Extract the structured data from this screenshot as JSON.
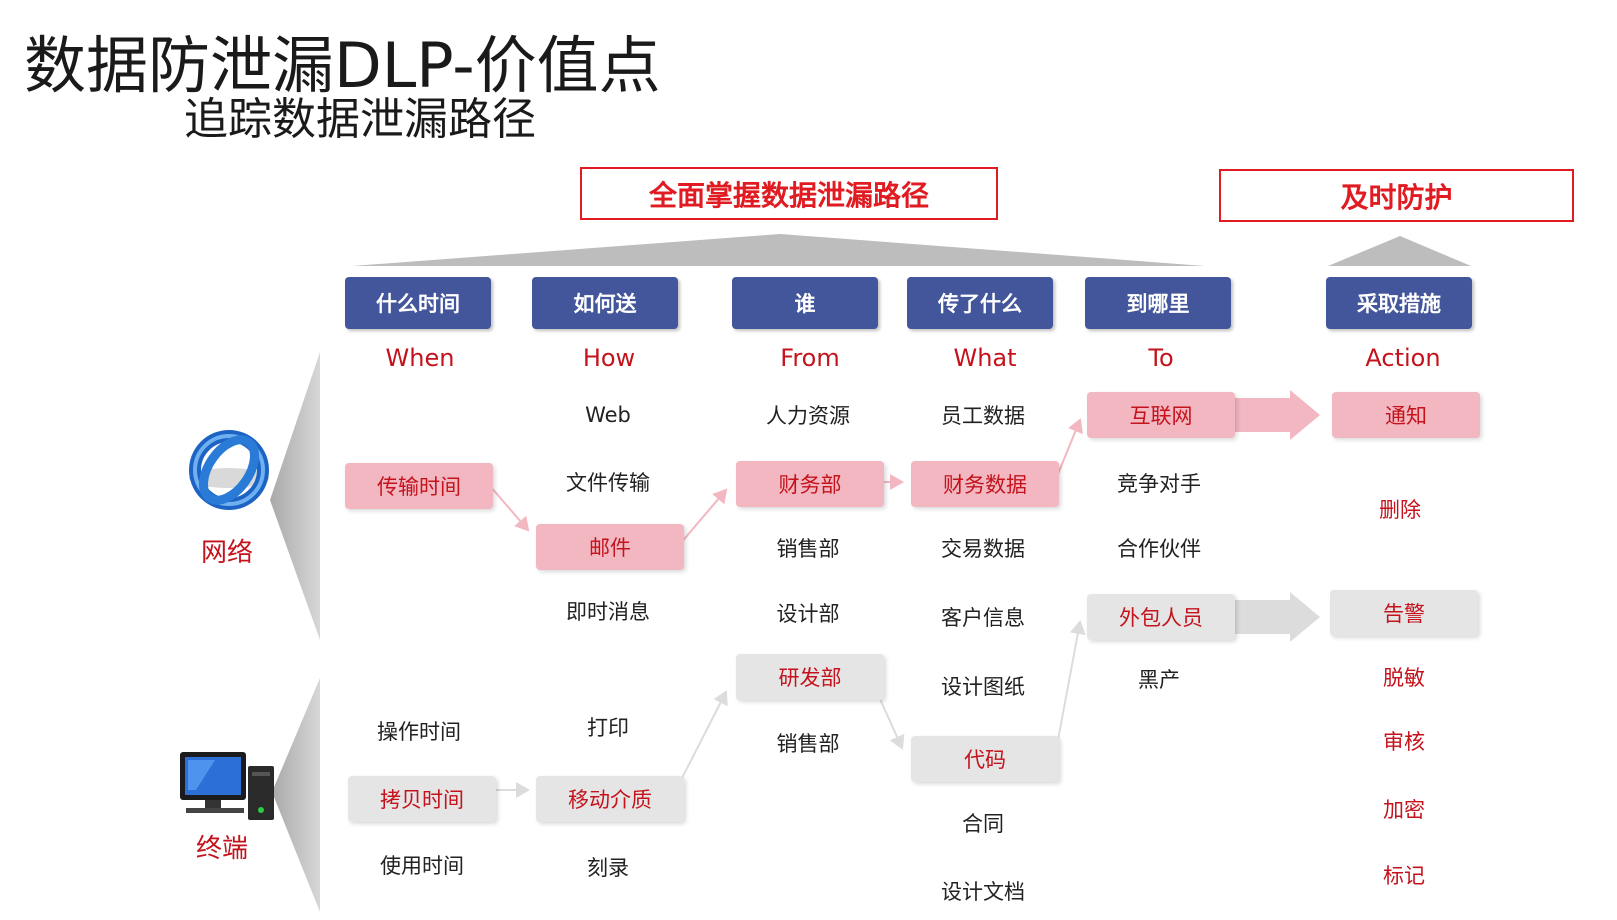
{
  "title": "数据防泄漏DLP-价值点",
  "subtitle": "追踪数据泄漏路径",
  "banner_left": "全面掌握数据泄漏路径",
  "banner_right": "及时防护",
  "side": {
    "network": "网络",
    "terminal": "终端"
  },
  "columns": [
    {
      "header": "什么时间",
      "en": "When"
    },
    {
      "header": "如何送",
      "en": "How"
    },
    {
      "header": "谁",
      "en": "From"
    },
    {
      "header": "传了什么",
      "en": "What"
    },
    {
      "header": "到哪里",
      "en": "To"
    },
    {
      "header": "采取措施",
      "en": "Action"
    }
  ],
  "when": [
    "传输时间",
    "操作时间",
    "拷贝时间",
    "使用时间"
  ],
  "how": [
    "Web",
    "文件传输",
    "邮件",
    "即时消息",
    "打印",
    "移动介质",
    "刻录"
  ],
  "from": [
    "人力资源",
    "财务部",
    "销售部",
    "设计部",
    "研发部",
    "销售部"
  ],
  "what": [
    "员工数据",
    "财务数据",
    "交易数据",
    "客户信息",
    "设计图纸",
    "代码",
    "合同",
    "设计文档"
  ],
  "to": [
    "互联网",
    "竞争对手",
    "合作伙伴",
    "外包人员",
    "黑产"
  ],
  "action": [
    "通知",
    "删除",
    "告警",
    "脱敏",
    "审核",
    "加密",
    "标记"
  ],
  "colors": {
    "header_bg": "#44569b",
    "accent_red": "#c4131c",
    "pink_fill": "#f2b7c0",
    "gray_fill": "#e5e5e5",
    "triangle_gray": "#bdbdbd"
  }
}
